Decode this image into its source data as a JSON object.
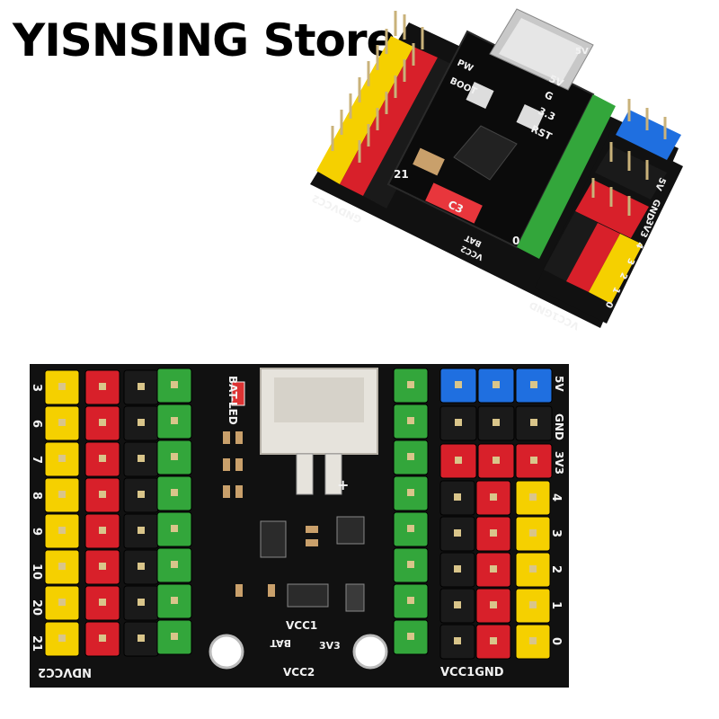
{
  "store_title": "YISNSING Store",
  "top_board": {
    "usb_label": "5V",
    "pin_labels_right": [
      "5V",
      "G",
      "3.3",
      "RST"
    ],
    "pin_labels_left": [
      "PW",
      "BOOT"
    ],
    "header_labels": [
      "5V",
      "GND",
      "3V3",
      "4",
      "3",
      "2",
      "1",
      "0"
    ],
    "bottom_label_left": "GNDVCC2",
    "bottom_label_right": "VCC1GND",
    "chip_label": "C3",
    "pin_21": "21",
    "pin_0": "0",
    "vcc2": "VCC2",
    "bat": "BAT"
  },
  "bottom_board": {
    "left_pin_labels": [
      "3",
      "6",
      "7",
      "8",
      "9",
      "10",
      "20",
      "21"
    ],
    "right_header_labels": [
      "5V",
      "GND",
      "3V3"
    ],
    "right_pin_labels": [
      "4",
      "3",
      "2",
      "1",
      "0"
    ],
    "bat_led": "BAT-LED",
    "vcc1": "VCC1",
    "bat": "BAT",
    "v3v3": "3V3",
    "vcc2": "VCC2",
    "plus": "+",
    "bottom_left_label": "NDVCC2",
    "bottom_right_label": "VCC1GND"
  },
  "colors": {
    "pcb": "#111111",
    "yellow": "#f5d000",
    "red": "#d8202a",
    "green": "#33a63b",
    "blue": "#1f6fe0",
    "black_header": "#1a1a1a"
  }
}
